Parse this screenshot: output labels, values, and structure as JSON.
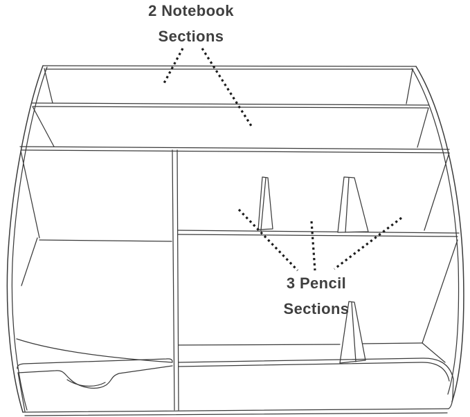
{
  "figure": {
    "type": "product-annotation-diagram",
    "subject": "desk organizer line drawing",
    "background_color": "#ffffff",
    "line_color": "#3a3a3a",
    "text_color": "#3f3f3f",
    "leader_dot_color": "#1c1c1c",
    "callouts": [
      {
        "id": "notebook-sections",
        "line1": "2 Notebook",
        "line2": "Sections",
        "leader_lines": 2,
        "points_to": "two notebook slots at top of organizer"
      },
      {
        "id": "pencil-sections",
        "line1": "3 Pencil",
        "line2": "Sections",
        "leader_lines": 3,
        "points_to": "three pencil compartments on middle shelf"
      }
    ]
  }
}
